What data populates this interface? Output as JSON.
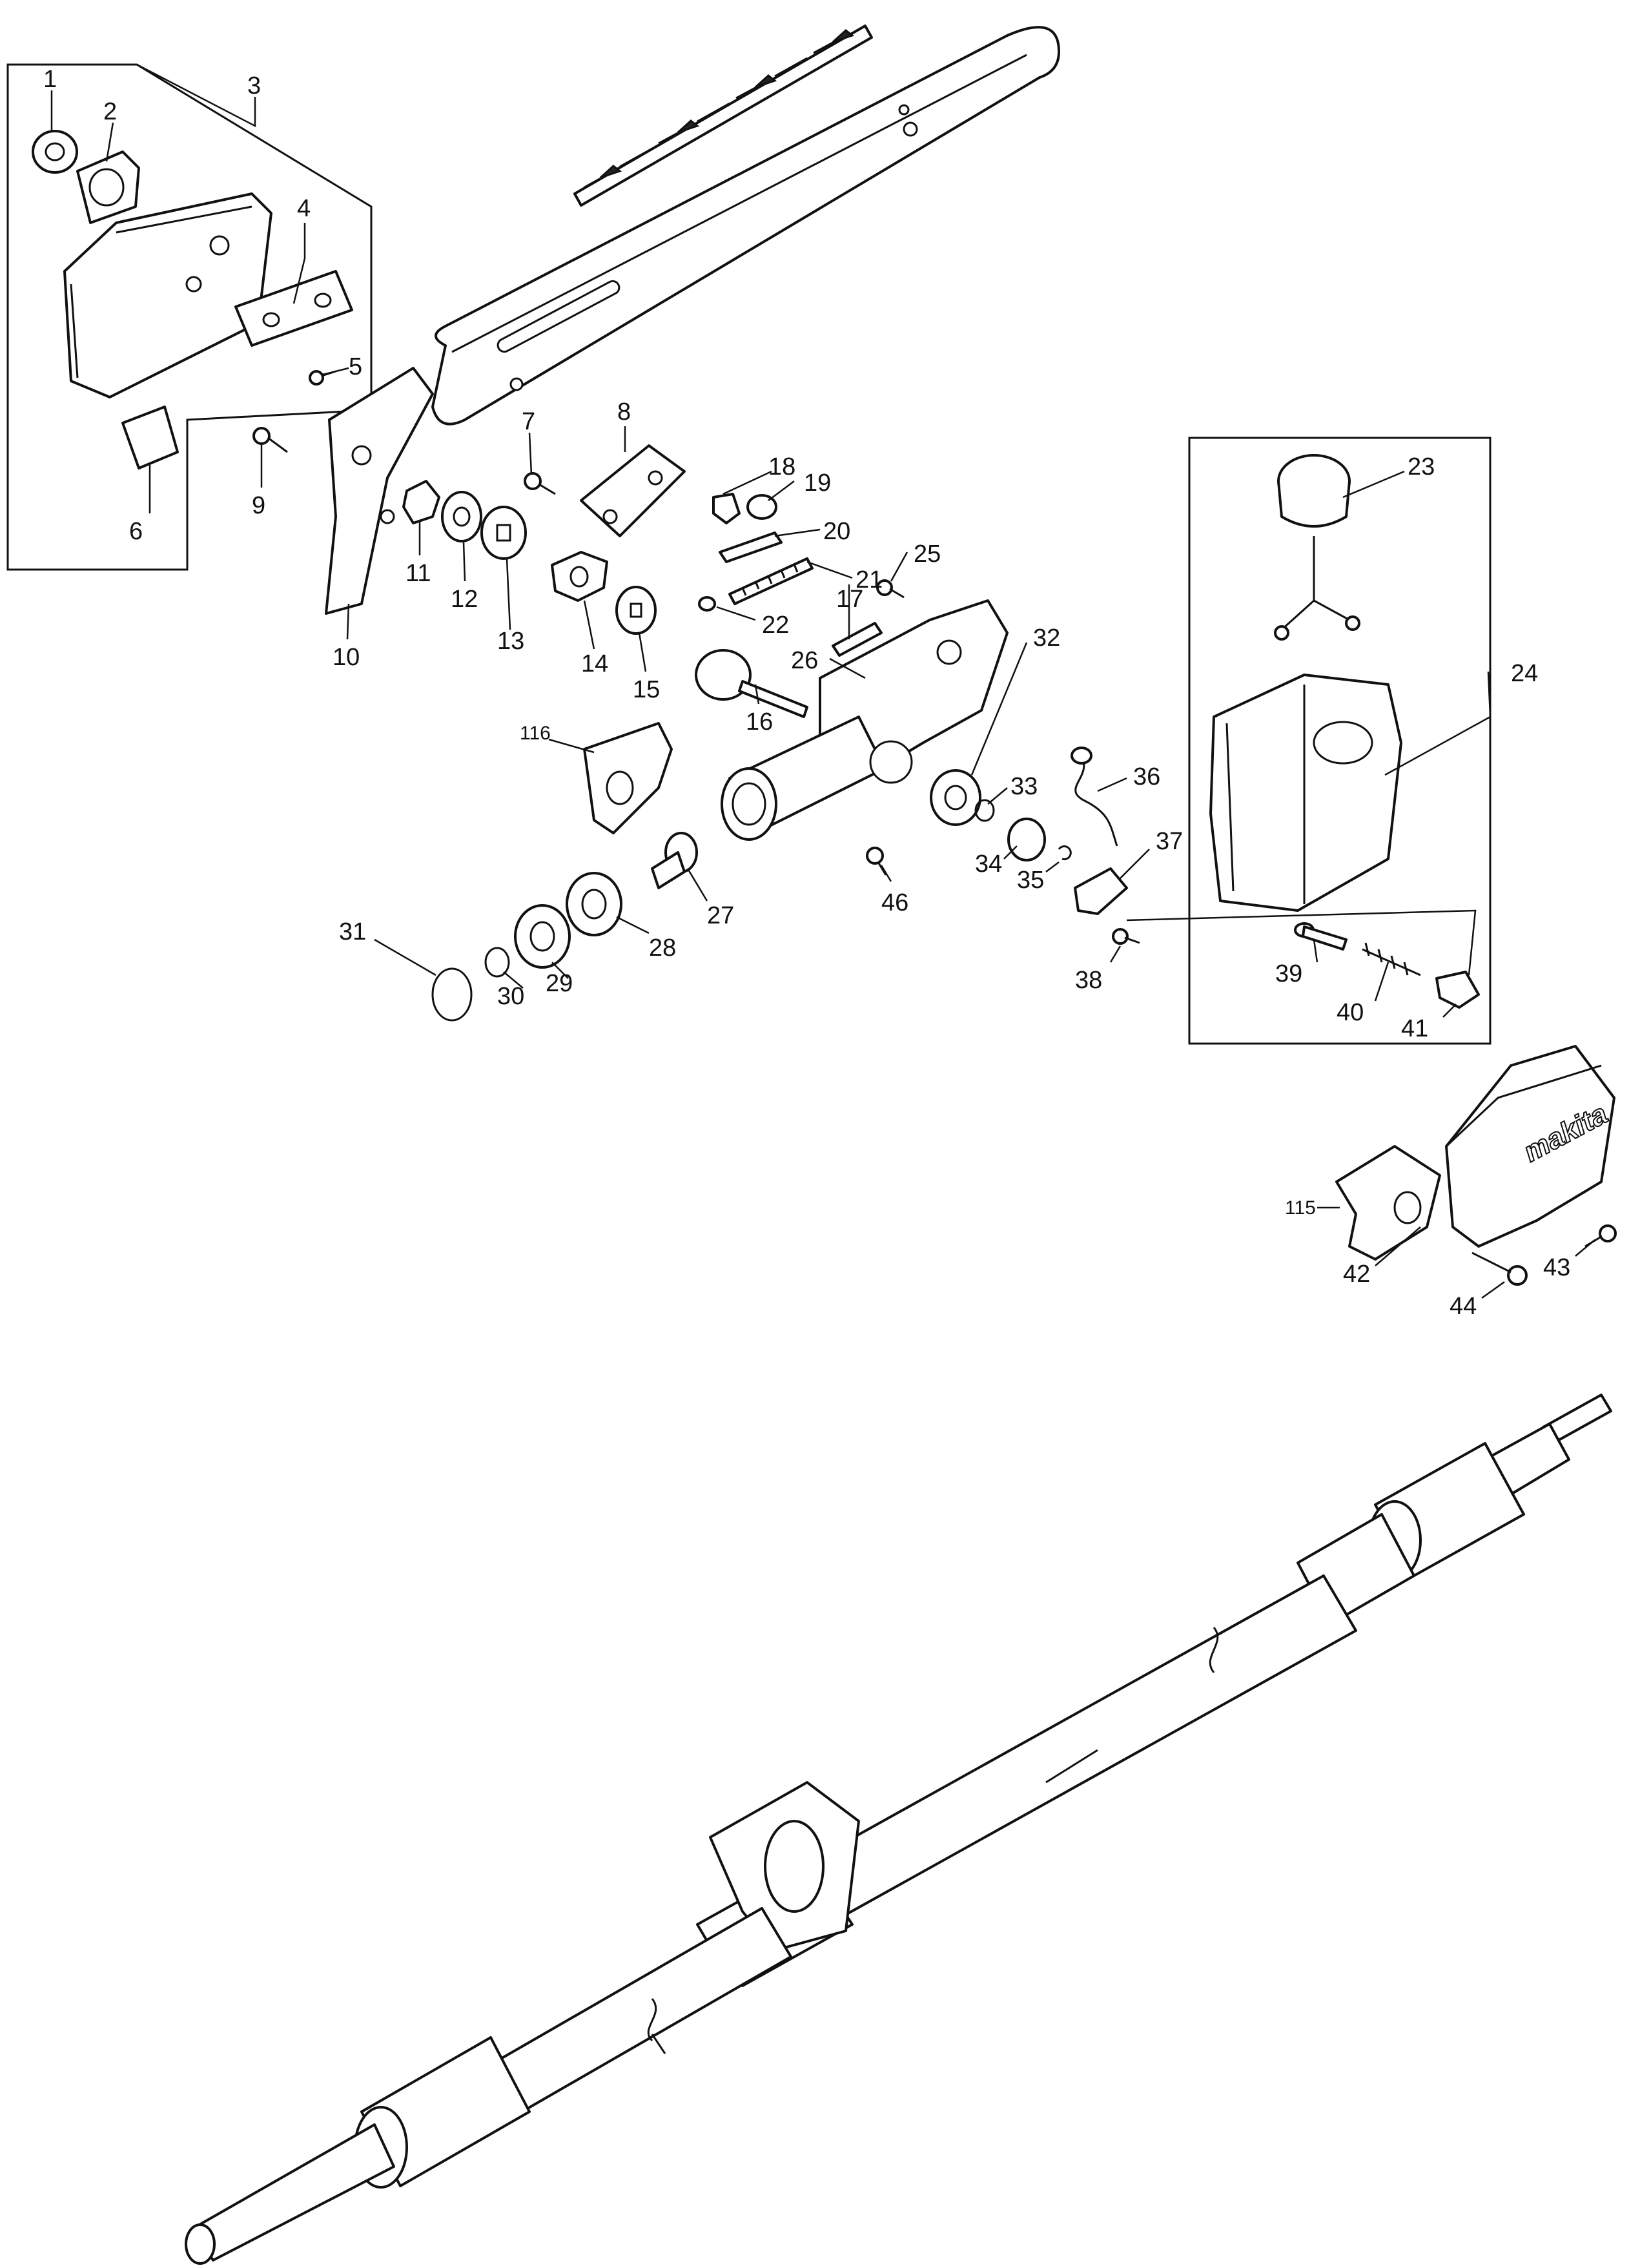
{
  "diagram": {
    "labels": {
      "n1": "1",
      "n2": "2",
      "n3": "3",
      "n4": "4",
      "n5": "5",
      "n6": "6",
      "n7": "7",
      "n8": "8",
      "n9": "9",
      "n10": "10",
      "n11": "11",
      "n12": "12",
      "n13": "13",
      "n14": "14",
      "n15": "15",
      "n16": "16",
      "n17": "17",
      "n18": "18",
      "n19": "19",
      "n20": "20",
      "n21": "21",
      "n22": "22",
      "n23": "23",
      "n24": "24",
      "n25": "25",
      "n26": "26",
      "n27": "27",
      "n28": "28",
      "n29": "29",
      "n30": "30",
      "n31": "31",
      "n32": "32",
      "n33": "33",
      "n34": "34",
      "n35": "35",
      "n36": "36",
      "n37": "37",
      "n38": "38",
      "n39": "39",
      "n40": "40",
      "n41": "41",
      "n42": "42",
      "n43": "43",
      "n44": "44",
      "n46": "46",
      "n115": "115",
      "n116": "116"
    },
    "brand_text": "makita"
  }
}
